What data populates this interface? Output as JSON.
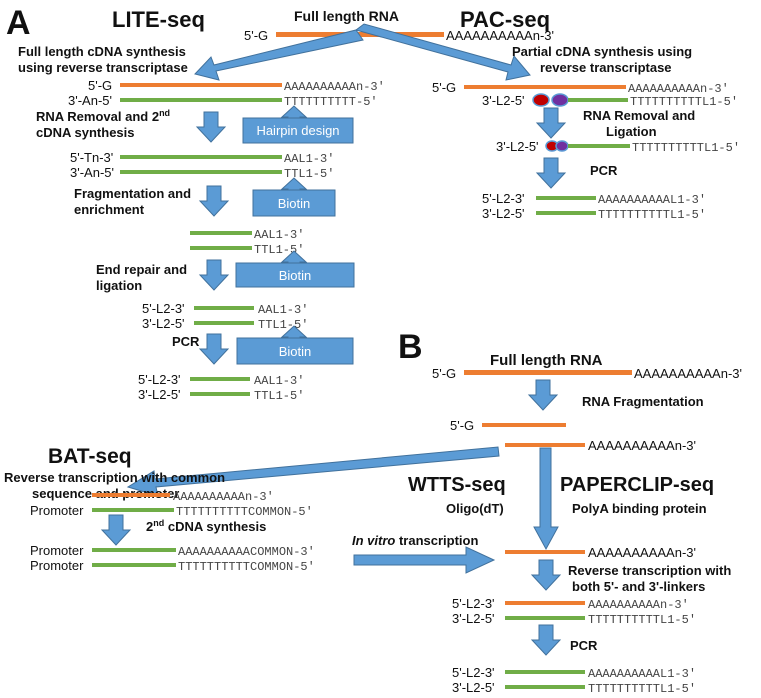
{
  "panel_a": {
    "letter": "A",
    "lite_title": "LITE-seq",
    "pac_title": "PAC-seq",
    "full_rna": "Full length RNA",
    "rna_5": "5'-G",
    "rna_tail": "AAAAAAAAAAn-3'",
    "lite": {
      "step1a": "Full length cDNA synthesis",
      "step1b": "using reverse transcriptase",
      "r1_left": "5'-G",
      "r1_right": "AAAAAAAAAAn-3′",
      "r2_left": "3'-An-5'",
      "r2_right": "TTTTTTTTTT-5′",
      "step2a": "RNA Removal and 2",
      "step2_sup": "nd",
      "step2b": "cDNA synthesis",
      "hairpin": "Hairpin design",
      "r3_left": "5'-Tn-3'",
      "r3_right": "AAL1-3′",
      "r4_left": "3'-An-5'",
      "r4_right": "TTL1-5′",
      "step3a": "Fragmentation and",
      "step3b": "enrichment",
      "biotin1": "Biotin",
      "r5_right": "AAL1-3′",
      "r6_right": "TTL1-5′",
      "step4a": "End repair and",
      "step4b": "ligation",
      "biotin2": "Biotin",
      "r7_left": "5'-L2-3'",
      "r7_right": "AAL1-3′",
      "r8_left": "3'-L2-5'",
      "r8_right": "TTL1-5′",
      "pcr": "PCR",
      "biotin3": "Biotin",
      "r9_left": "5'-L2-3'",
      "r9_right": "AAL1-3′",
      "r10_left": "3'-L2-5'",
      "r10_right": "TTL1-5′"
    },
    "pac": {
      "step1a": "Partial cDNA synthesis using",
      "step1b": "reverse transcriptase",
      "r1_left": "5'-G",
      "r1_right": "AAAAAAAAAAn-3′",
      "r2_left": "3'-L2-5'",
      "r2_right": "TTTTTTTTTTL1-5′",
      "step2a": "RNA Removal and",
      "step2b": "Ligation",
      "r3_left": "3'-L2-5'",
      "r3_right": "TTTTTTTTTTL1-5′",
      "pcr": "PCR",
      "r4_left": "5'-L2-3'",
      "r4_right": "AAAAAAAAAAL1-3′",
      "r5_left": "3'-L2-5'",
      "r5_right": "TTTTTTTTTTL1-5′"
    }
  },
  "panel_b": {
    "letter": "B",
    "full_rna": "Full length RNA",
    "rna_5": "5'-G",
    "rna_tail": "AAAAAAAAAAn-3'",
    "fragmentation": "RNA Fragmentation",
    "frag_5": "5'-G",
    "frag_tail": "AAAAAAAAAAn-3'",
    "bat": {
      "title": "BAT-seq",
      "step1a": "Reverse transcription with common",
      "step1b": "sequence and promoter",
      "r1_right": "AAAAAAAAAAn-3′",
      "r2_left": "Promoter",
      "r2_right": "TTTTTTTTTTCOMMON-5′",
      "step2_sup": "nd",
      "step2": " cDNA synthesis",
      "step2_num": "2",
      "r3_left": "Promoter",
      "r3_right": "AAAAAAAAAACOMMON-3′",
      "r4_left": "Promoter",
      "r4_right": "TTTTTTTTTTCOMMON-5′",
      "invitro_ital": "In vitro",
      "invitro_rest": " transcription"
    },
    "wtts": {
      "title": "WTTS-seq",
      "sub": "Oligo(dT)"
    },
    "paperclip": {
      "title": "PAPERCLIP-seq",
      "sub": "PolyA binding protein"
    },
    "merge_tail": "AAAAAAAAAAn-3'",
    "rt_a": "Reverse transcription with",
    "rt_b": "both 5'- and 3'-linkers",
    "r1_left": "5'-L2-3'",
    "r1_right": "AAAAAAAAAAn-3′",
    "r2_left": "3'-L2-5'",
    "r2_right": "TTTTTTTTTTL1-5′",
    "pcr": "PCR",
    "r3_left": "5'-L2-3'",
    "r3_right": "AAAAAAAAAAL1-3′",
    "r4_left": "3'-L2-5'",
    "r4_right": "TTTTTTTTTTL1-5′"
  },
  "colors": {
    "rna": "#ED7D31",
    "dna": "#70AD47",
    "arrow": "#5B9BD5",
    "arrow_edge": "#41719C",
    "box": "#5B9BD5",
    "red_bead": "#C00000",
    "purple_bead": "#7030A0"
  }
}
